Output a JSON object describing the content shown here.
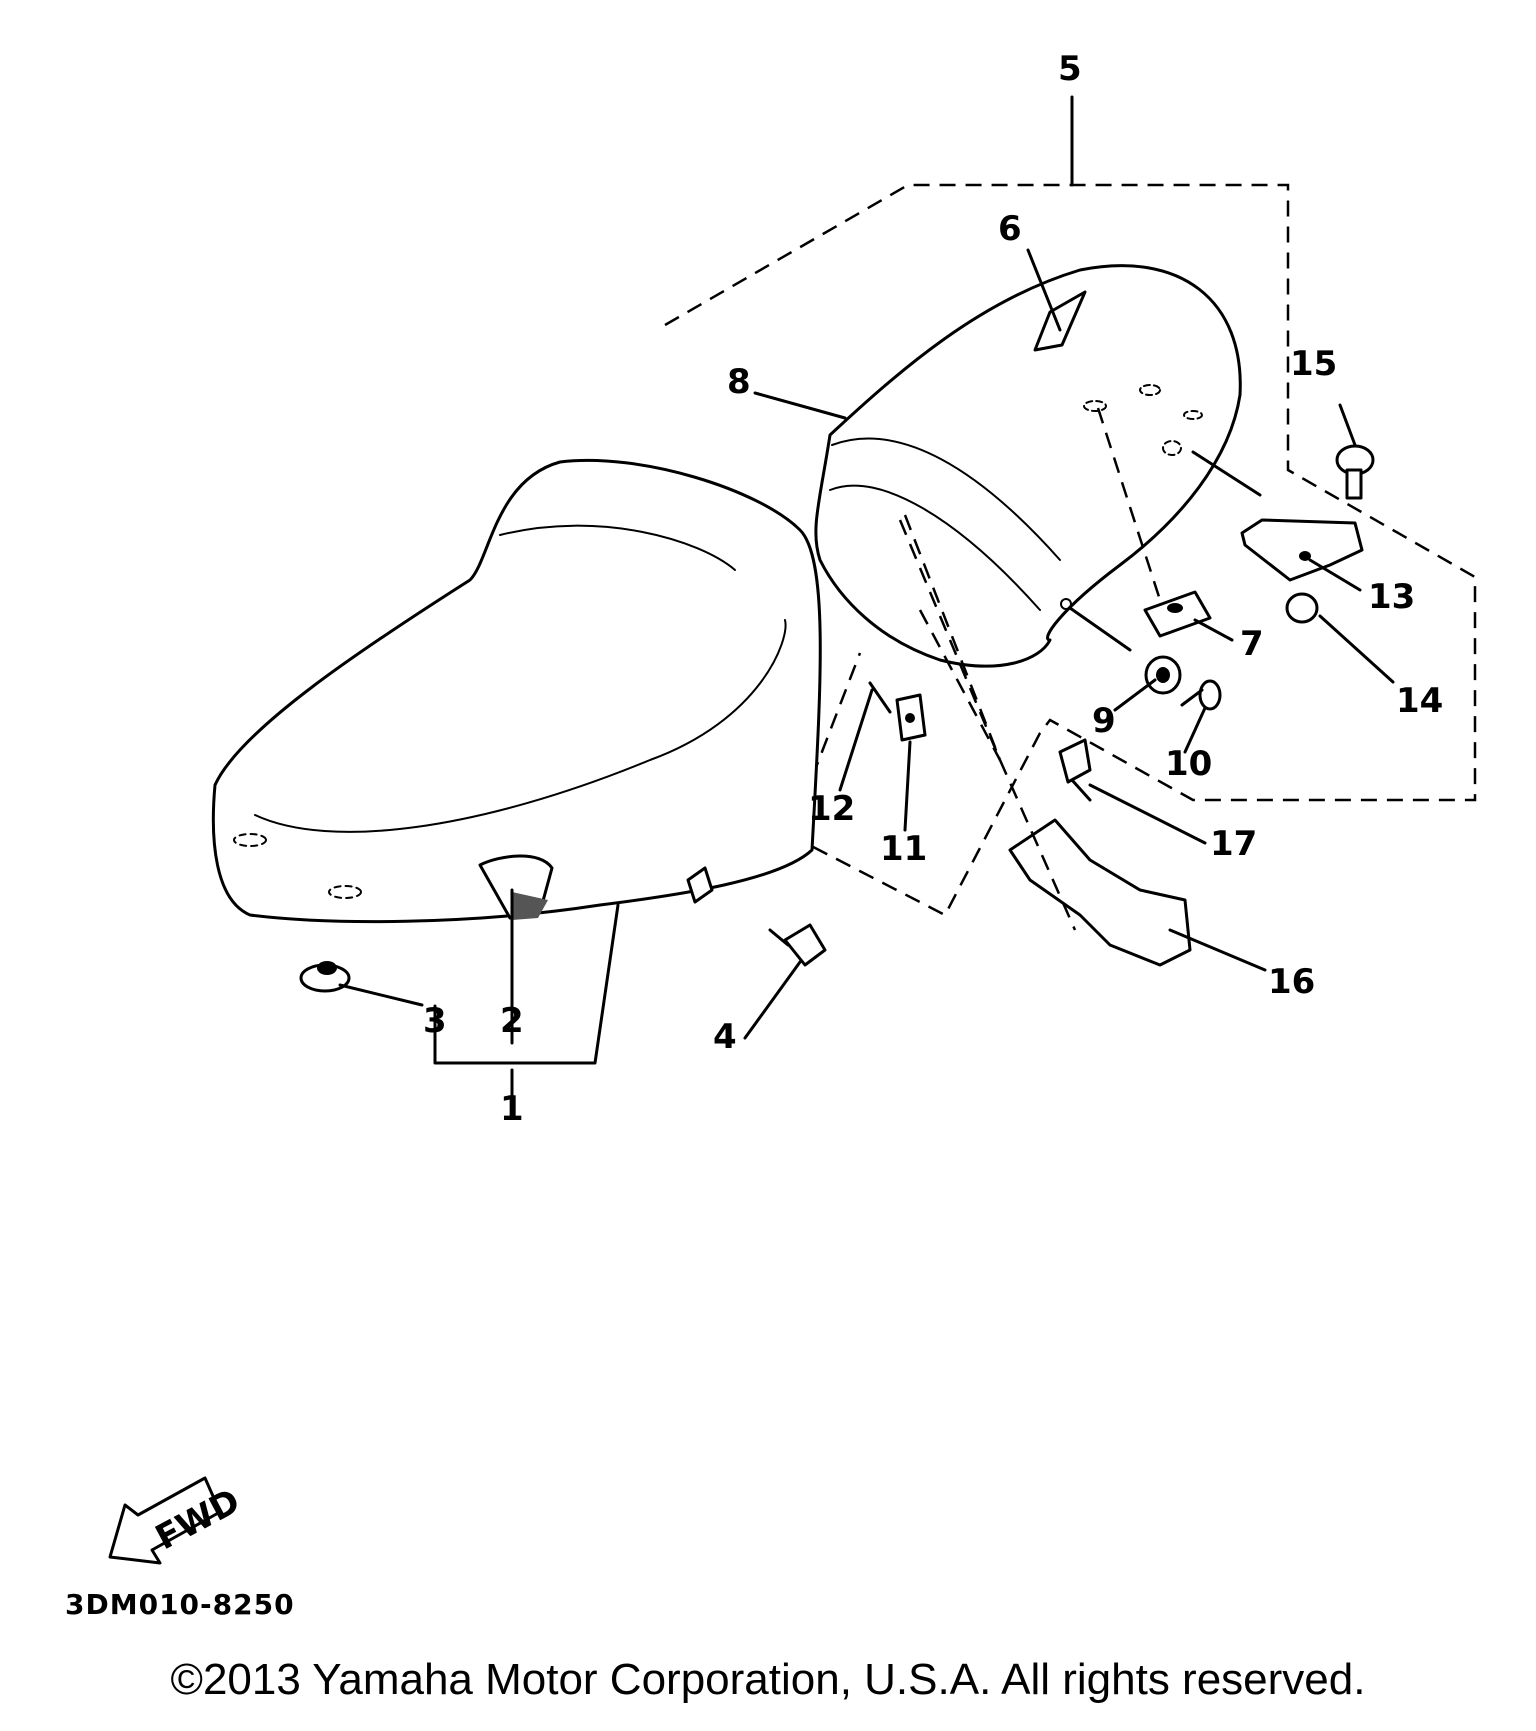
{
  "diagram": {
    "callouts": [
      "1",
      "2",
      "3",
      "4",
      "5",
      "6",
      "7",
      "8",
      "9",
      "10",
      "11",
      "12",
      "13",
      "14",
      "15",
      "16",
      "17"
    ],
    "fwd_label": "FWD",
    "drawing_code": "3DM010-8250"
  },
  "footer": {
    "copyright": "©2013 Yamaha Motor Corporation, U.S.A. All rights reserved."
  }
}
